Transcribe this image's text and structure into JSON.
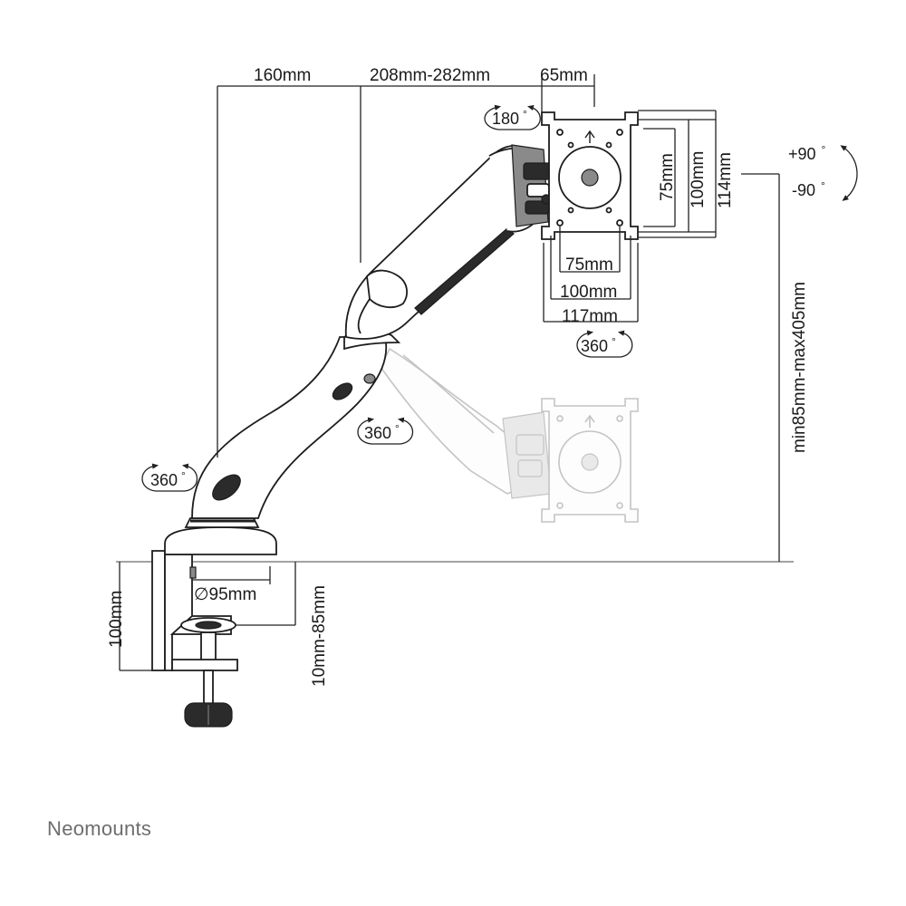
{
  "brand": "Neomounts",
  "dimensions": {
    "arm_base_offset": "160mm",
    "arm_reach": "208mm-282mm",
    "head_depth": "65mm",
    "vesa_h_inner": "75mm",
    "vesa_h_outer": "100mm",
    "plate_height": "114mm",
    "vesa_w_inner": "75mm",
    "vesa_w_outer": "100mm",
    "plate_width": "117mm",
    "height_range": "min85mm-max405mm",
    "base_diameter": "∅95mm",
    "clamp_height": "100mm",
    "desk_thickness": "10mm-85mm"
  },
  "rotations": {
    "head_swivel": "180",
    "plate_rotate": "360",
    "arm_pivot": "360",
    "base_pivot": "360",
    "tilt_up": "+90",
    "tilt_down": "-90",
    "degree_symbol": "°"
  },
  "colors": {
    "line": "#1d1d1d",
    "ghost": "#c4c4c4",
    "brand": "#6d6d6d"
  }
}
